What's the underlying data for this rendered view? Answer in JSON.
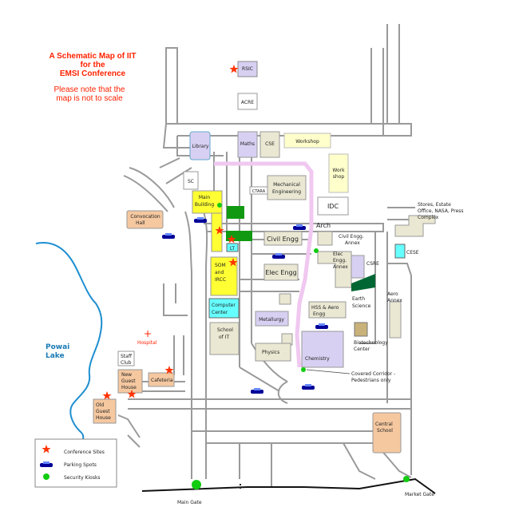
{
  "map": {
    "title": [
      "A Schematic Map of IIT",
      "for the",
      "EMSI Conference"
    ],
    "note": [
      "Please note that the",
      "map is not to scale"
    ],
    "colors": {
      "road": "#9a9a9a",
      "building_fill": "#eae8d2",
      "highlight_yellow": "#ffff33",
      "green": "#119911",
      "dark_green": "#006633",
      "cyan": "#66ffff",
      "lavender": "#d8d0f2",
      "orange": "#f5c8a0",
      "covered_corridor": "#f0c8f0",
      "lake": "#1e8fd0",
      "conference_star": "#ff3300",
      "parking_car": "#000099",
      "security_kiosk": "#11cc11"
    },
    "buildings": {
      "rsic": "RSIC",
      "acre": "ACRE",
      "library": "Library",
      "maths": "Maths",
      "cse": "CSE",
      "workshop": "Workshop",
      "work_shop": [
        "Work",
        "shop"
      ],
      "sc": "SC",
      "ctara": "CTARA",
      "mechanical": [
        "Mechanical",
        "Engineering"
      ],
      "main_building": [
        "Main",
        "Building"
      ],
      "lt": "LT",
      "idc": "IDC",
      "arch": "Arch",
      "convocation": [
        "Convocation",
        "Hall"
      ],
      "civil_engg": "Civil Engg",
      "civil_annex": [
        "Civil Engg.",
        "Annex"
      ],
      "elec_annex": [
        "Elec",
        "Engg.",
        "Annex"
      ],
      "csre": "CSRE",
      "stores": [
        "Stores, Estate",
        "Office, NASA, Press",
        "Complex"
      ],
      "cese": "CESE",
      "som": [
        "SOM",
        "and",
        "IRCC"
      ],
      "elec_engg": "Elec Engg",
      "earth_science": [
        "Earth",
        "Science"
      ],
      "aero_annex": [
        "Aero",
        "Annex"
      ],
      "computer_center": [
        "Computer",
        "Center"
      ],
      "hss": [
        "HSS & Aero",
        "Engg"
      ],
      "metallurgy": "Metallurgy",
      "school_it": [
        "School",
        "of IT"
      ],
      "biotech": [
        "Biotechnology",
        "Center"
      ],
      "physics": "Physics",
      "chemistry": "Chemistry",
      "covered_corridor": [
        "Covered Corridor -",
        "Pedestrians only"
      ],
      "hospital": "Hospital",
      "staff_club": [
        "Staff",
        "Club"
      ],
      "new_guest_house": [
        "New",
        "Guest",
        "House"
      ],
      "cafeteria": "Cafeteria",
      "old_guest_house": [
        "Old",
        "Guest",
        "House"
      ],
      "central_school": [
        "Central",
        "School"
      ]
    },
    "lake": [
      "Powai",
      "Lake"
    ],
    "gates": {
      "main": "Main Gate",
      "market": "Market Gate"
    },
    "legend": {
      "conference_sites": "Conference Sites",
      "parking_spots": "Parking Spots",
      "security_kiosks": "Security Kiosks"
    }
  }
}
